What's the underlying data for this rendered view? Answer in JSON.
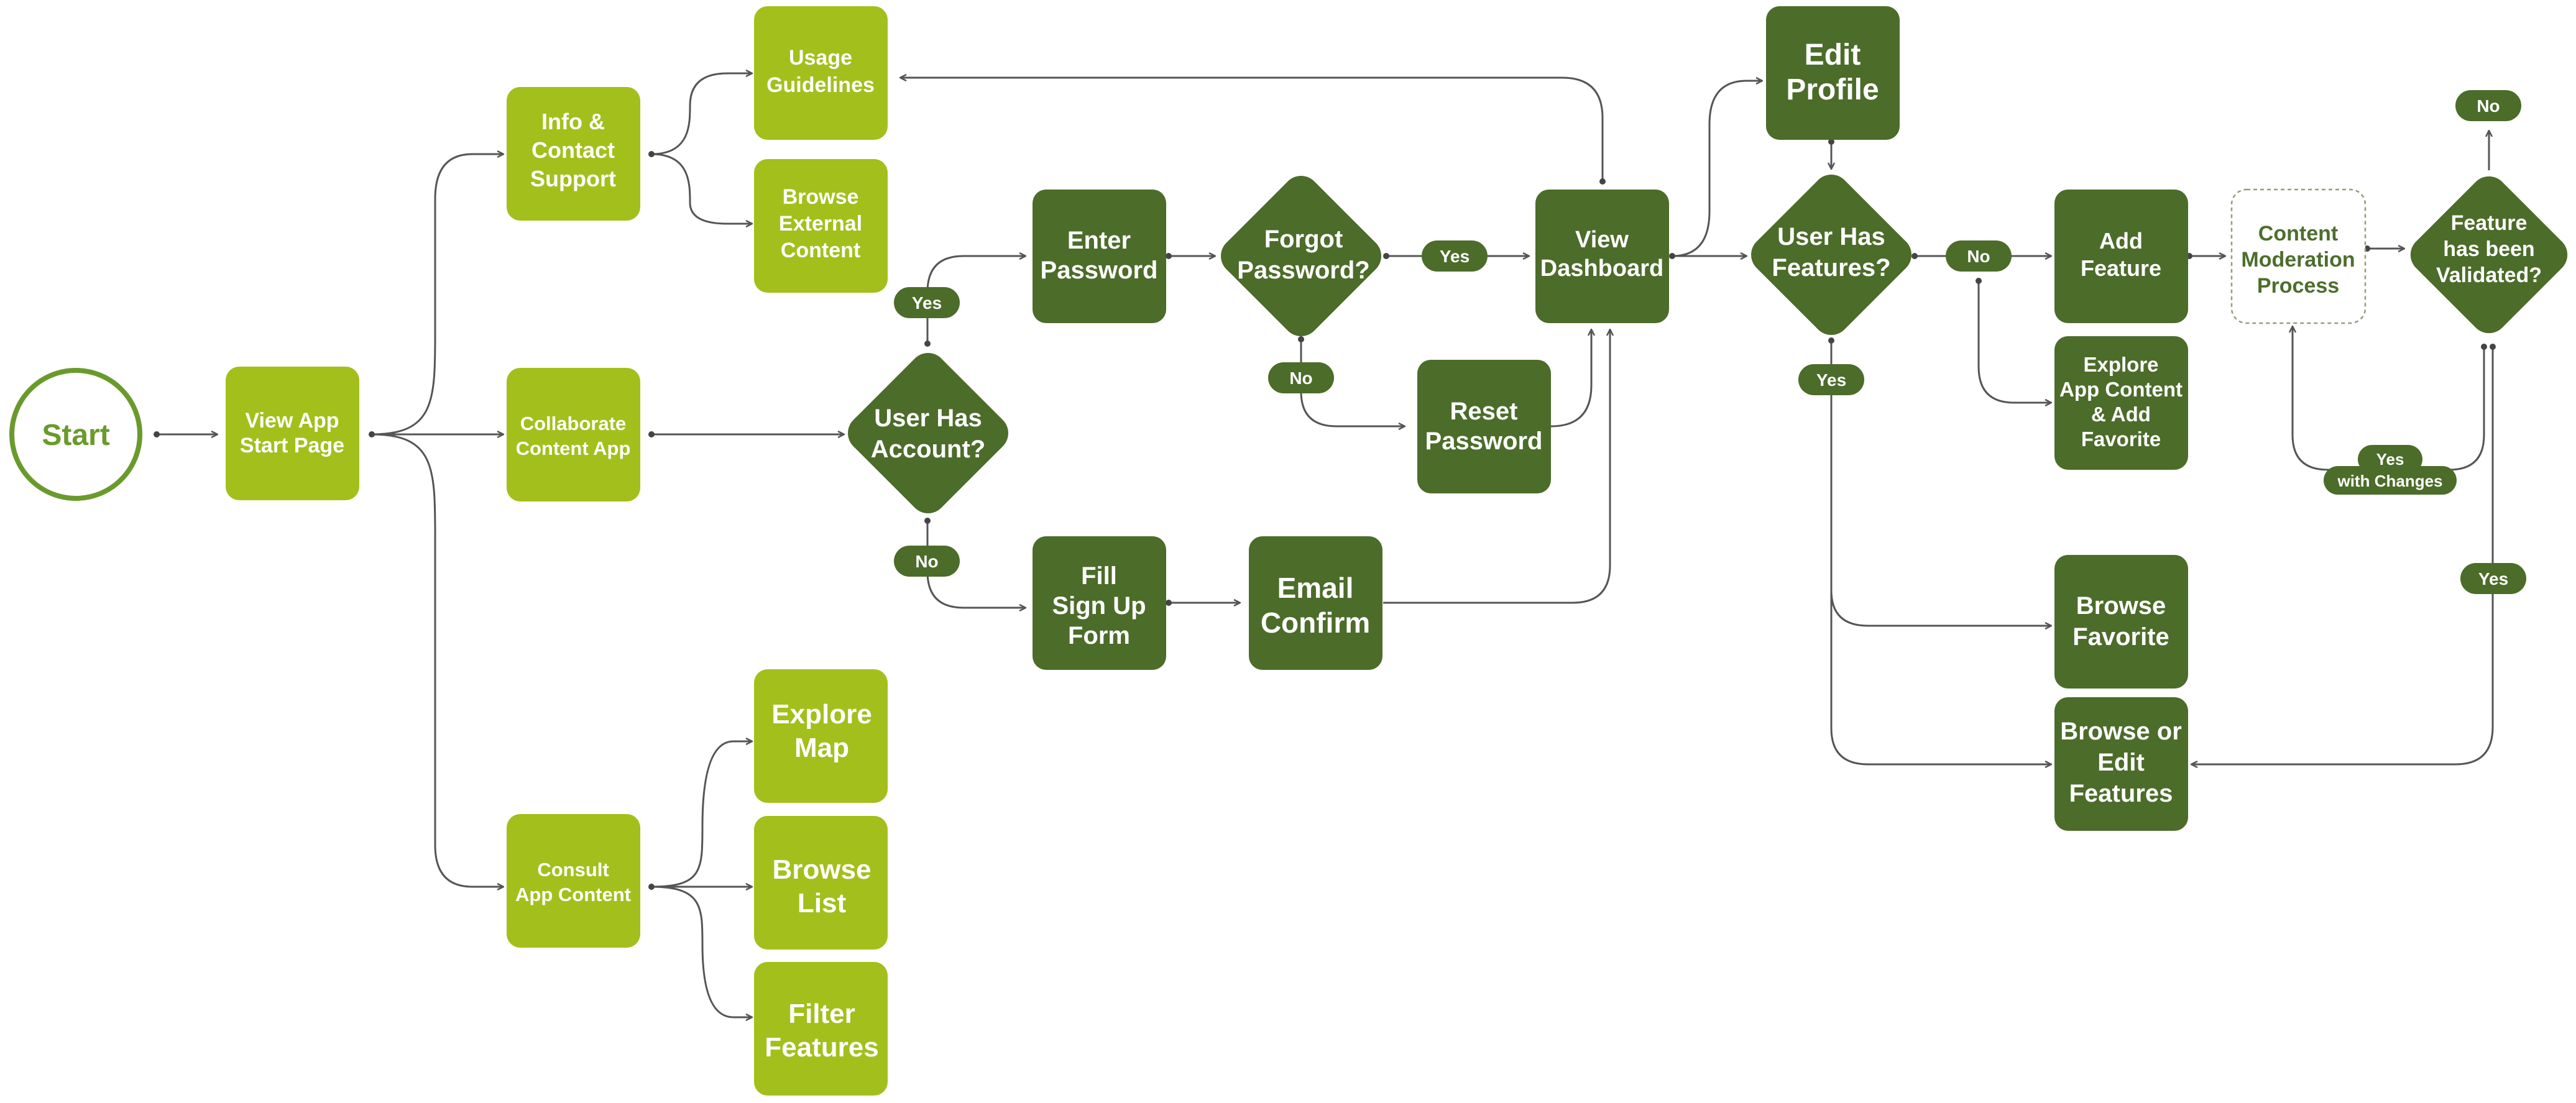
{
  "colors": {
    "light_node": "#a3bf1c",
    "dark_node": "#4c6c2a",
    "start_ring": "#6a9a2d",
    "connector": "#555555",
    "background": "#ffffff"
  },
  "nodes": {
    "start": "Start",
    "view_app_start_page": [
      "View App",
      "Start Page"
    ],
    "info_contact_support": [
      "Info &",
      "Contact",
      "Support"
    ],
    "collaborate_content_app": [
      "Collaborate",
      "Content App"
    ],
    "consult_app_content": [
      "Consult",
      "App Content"
    ],
    "usage_guidelines": [
      "Usage",
      "Guidelines"
    ],
    "browse_external_content": [
      "Browse",
      "External",
      "Content"
    ],
    "explore_map": [
      "Explore",
      "Map"
    ],
    "browse_list": [
      "Browse",
      "List"
    ],
    "filter_features": [
      "Filter",
      "Features"
    ],
    "user_has_account": [
      "User Has",
      "Account?"
    ],
    "enter_password": [
      "Enter",
      "Password"
    ],
    "forgot_password": [
      "Forgot",
      "Password?"
    ],
    "reset_password": [
      "Reset",
      "Password"
    ],
    "fill_sign_up_form": [
      "Fill",
      "Sign Up",
      "Form"
    ],
    "email_confirm": [
      "Email",
      "Confirm"
    ],
    "view_dashboard": [
      "View",
      "Dashboard"
    ],
    "edit_profile": [
      "Edit",
      "Profile"
    ],
    "user_has_features": [
      "User Has",
      "Features?"
    ],
    "add_feature": [
      "Add",
      "Feature"
    ],
    "explore_content_add_favorite": [
      "Explore",
      "App Content",
      "& Add",
      "Favorite"
    ],
    "browse_favorite": [
      "Browse",
      "Favorite"
    ],
    "browse_or_edit_features": [
      "Browse or",
      "Edit",
      "Features"
    ],
    "content_moderation_process": [
      "Content",
      "Moderation",
      "Process"
    ],
    "feature_validated": [
      "Feature",
      "has been",
      "Validated?"
    ]
  },
  "labels": {
    "account_yes": "Yes",
    "account_no": "No",
    "forgot_yes": "Yes",
    "forgot_no": "No",
    "features_no": "No",
    "features_yes": "Yes",
    "validated_no": "No",
    "validated_yes_changes": [
      "Yes",
      "with Changes"
    ],
    "validated_yes": "Yes"
  }
}
